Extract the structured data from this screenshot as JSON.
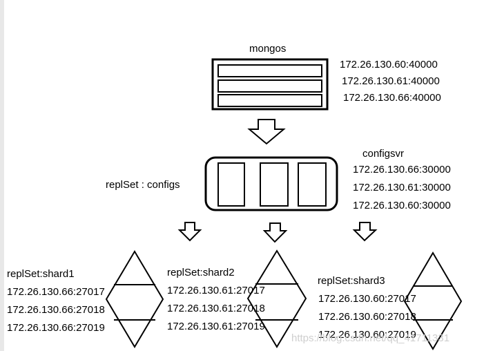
{
  "mongos": {
    "title": "mongos",
    "addresses": [
      "172.26.130.60:40000",
      "172.26.130.61:40000",
      "172.26.130.66:40000"
    ]
  },
  "configsvr": {
    "title": "configsvr",
    "replset": "replSet : configs",
    "addresses": [
      "172.26.130.66:30000",
      "172.26.130.61:30000",
      "172.26.130.60:30000"
    ]
  },
  "shards": [
    {
      "replset": "replSet:shard1",
      "addresses": [
        "172.26.130.66:27017",
        "172.26.130.66:27018",
        "172.26.130.66:27019"
      ]
    },
    {
      "replset": "replSet:shard2",
      "addresses": [
        "172.26.130.61:27017",
        "172.26.130.61:27018",
        "172.26.130.61:27019"
      ]
    },
    {
      "replset": "replSet:shard3",
      "addresses": [
        "172.26.130.60:27017",
        "172.26.130.60:27018",
        "172.26.130.60:27019"
      ]
    }
  ],
  "watermark": "https://blog.csdn.net/qq_41711331"
}
